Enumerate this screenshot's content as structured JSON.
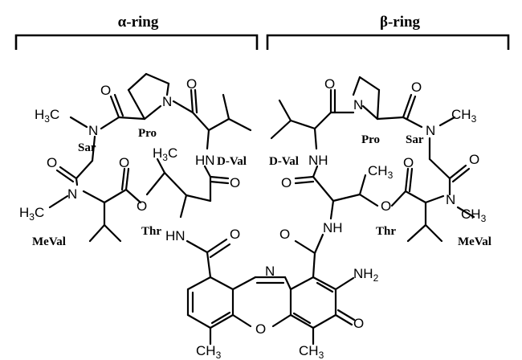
{
  "headers": {
    "alpha": "α-ring",
    "beta": "β-ring"
  },
  "residues": {
    "alpha": {
      "sar": "Sar",
      "pro": "Pro",
      "dval": "D-Val",
      "thr": "Thr",
      "meval": "MeVal"
    },
    "beta": {
      "sar": "Sar",
      "pro": "Pro",
      "dval": "D-Val",
      "thr": "Thr",
      "meval": "MeVal"
    }
  },
  "atoms": {
    "O": "O",
    "N": "N",
    "NH": "NH",
    "HN": "HN",
    "H3C": "H3C",
    "CH3": "CH3",
    "NH2": "NH2"
  }
}
